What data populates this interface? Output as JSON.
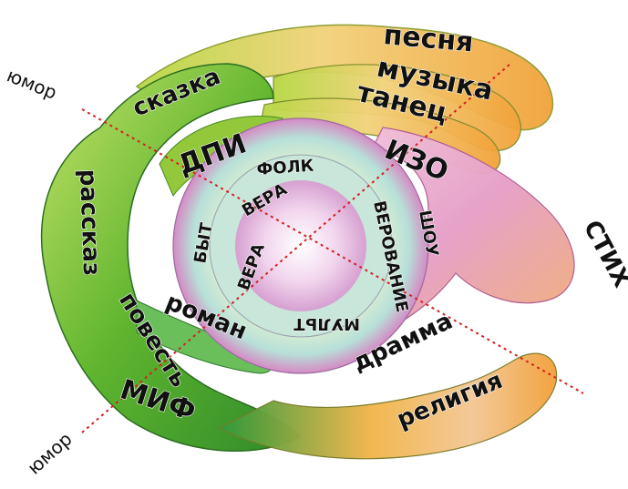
{
  "diagram": {
    "axis_label": "юмор",
    "outer_blob_labels": [
      "песня",
      "музыка",
      "танец",
      "сказка",
      "ДПИ",
      "ИЗО",
      "рассказ",
      "СТИХ",
      "повесть",
      "роман",
      "драмма",
      "МИФ",
      "религия"
    ],
    "ring_labels": [
      "ФОЛК",
      "ВЕРА",
      "БЫТ",
      "ВЕРА",
      "ШОУ",
      "ВЕРОВАНИЕ",
      "МУЛЬТ"
    ],
    "colors": {
      "green": "#5fb52e",
      "lime": "#a6d23a",
      "orange": "#f2b54a",
      "pink": "#e6a0c8",
      "magenta": "#d45aa8",
      "teal": "#3aa99a",
      "dotted_line": "#d42020"
    }
  }
}
